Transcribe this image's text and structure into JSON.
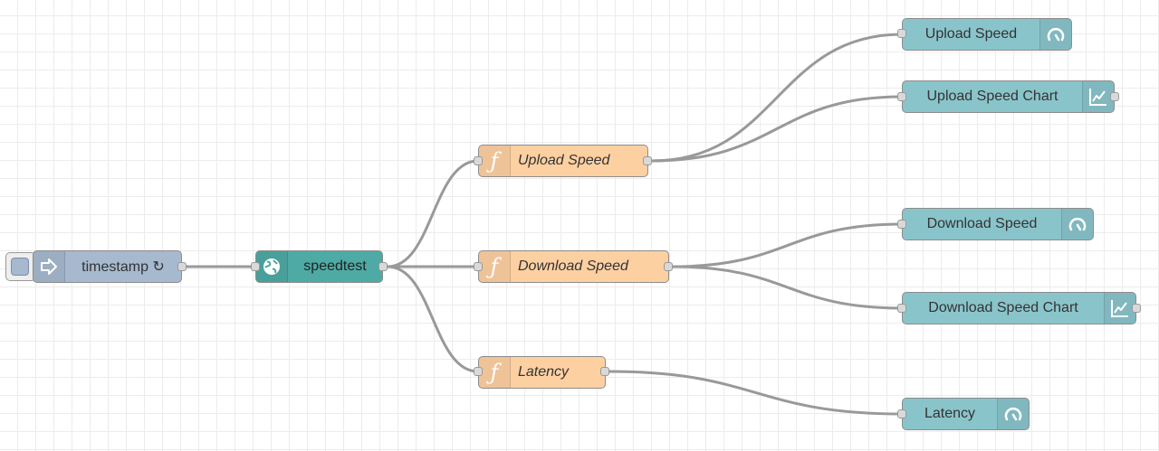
{
  "flow": {
    "inject": {
      "label": "timestamp ↻",
      "icon": "inject-arrow-icon",
      "color": "#a6b9cf"
    },
    "speedtest": {
      "label": "speedtest",
      "icon": "globe-icon",
      "color": "#4eaaa5"
    },
    "functions": {
      "upload": {
        "label": "Upload Speed",
        "icon": "function-icon"
      },
      "download": {
        "label": "Download Speed",
        "icon": "function-icon"
      },
      "latency": {
        "label": "Latency",
        "icon": "function-icon"
      }
    },
    "outputs": {
      "upload_gauge": {
        "label": "Upload Speed",
        "icon": "gauge-icon"
      },
      "upload_chart": {
        "label": "Upload Speed Chart",
        "icon": "chart-icon"
      },
      "download_gauge": {
        "label": "Download Speed",
        "icon": "gauge-icon"
      },
      "download_chart": {
        "label": "Download Speed Chart",
        "icon": "chart-icon"
      },
      "latency_gauge": {
        "label": "Latency",
        "icon": "gauge-icon"
      }
    },
    "colors": {
      "function": "#fdd0a2",
      "dashboard": "#8ac4cb",
      "wire": "#999999",
      "grid": "#ececec"
    },
    "function_glyph": "ƒ"
  }
}
